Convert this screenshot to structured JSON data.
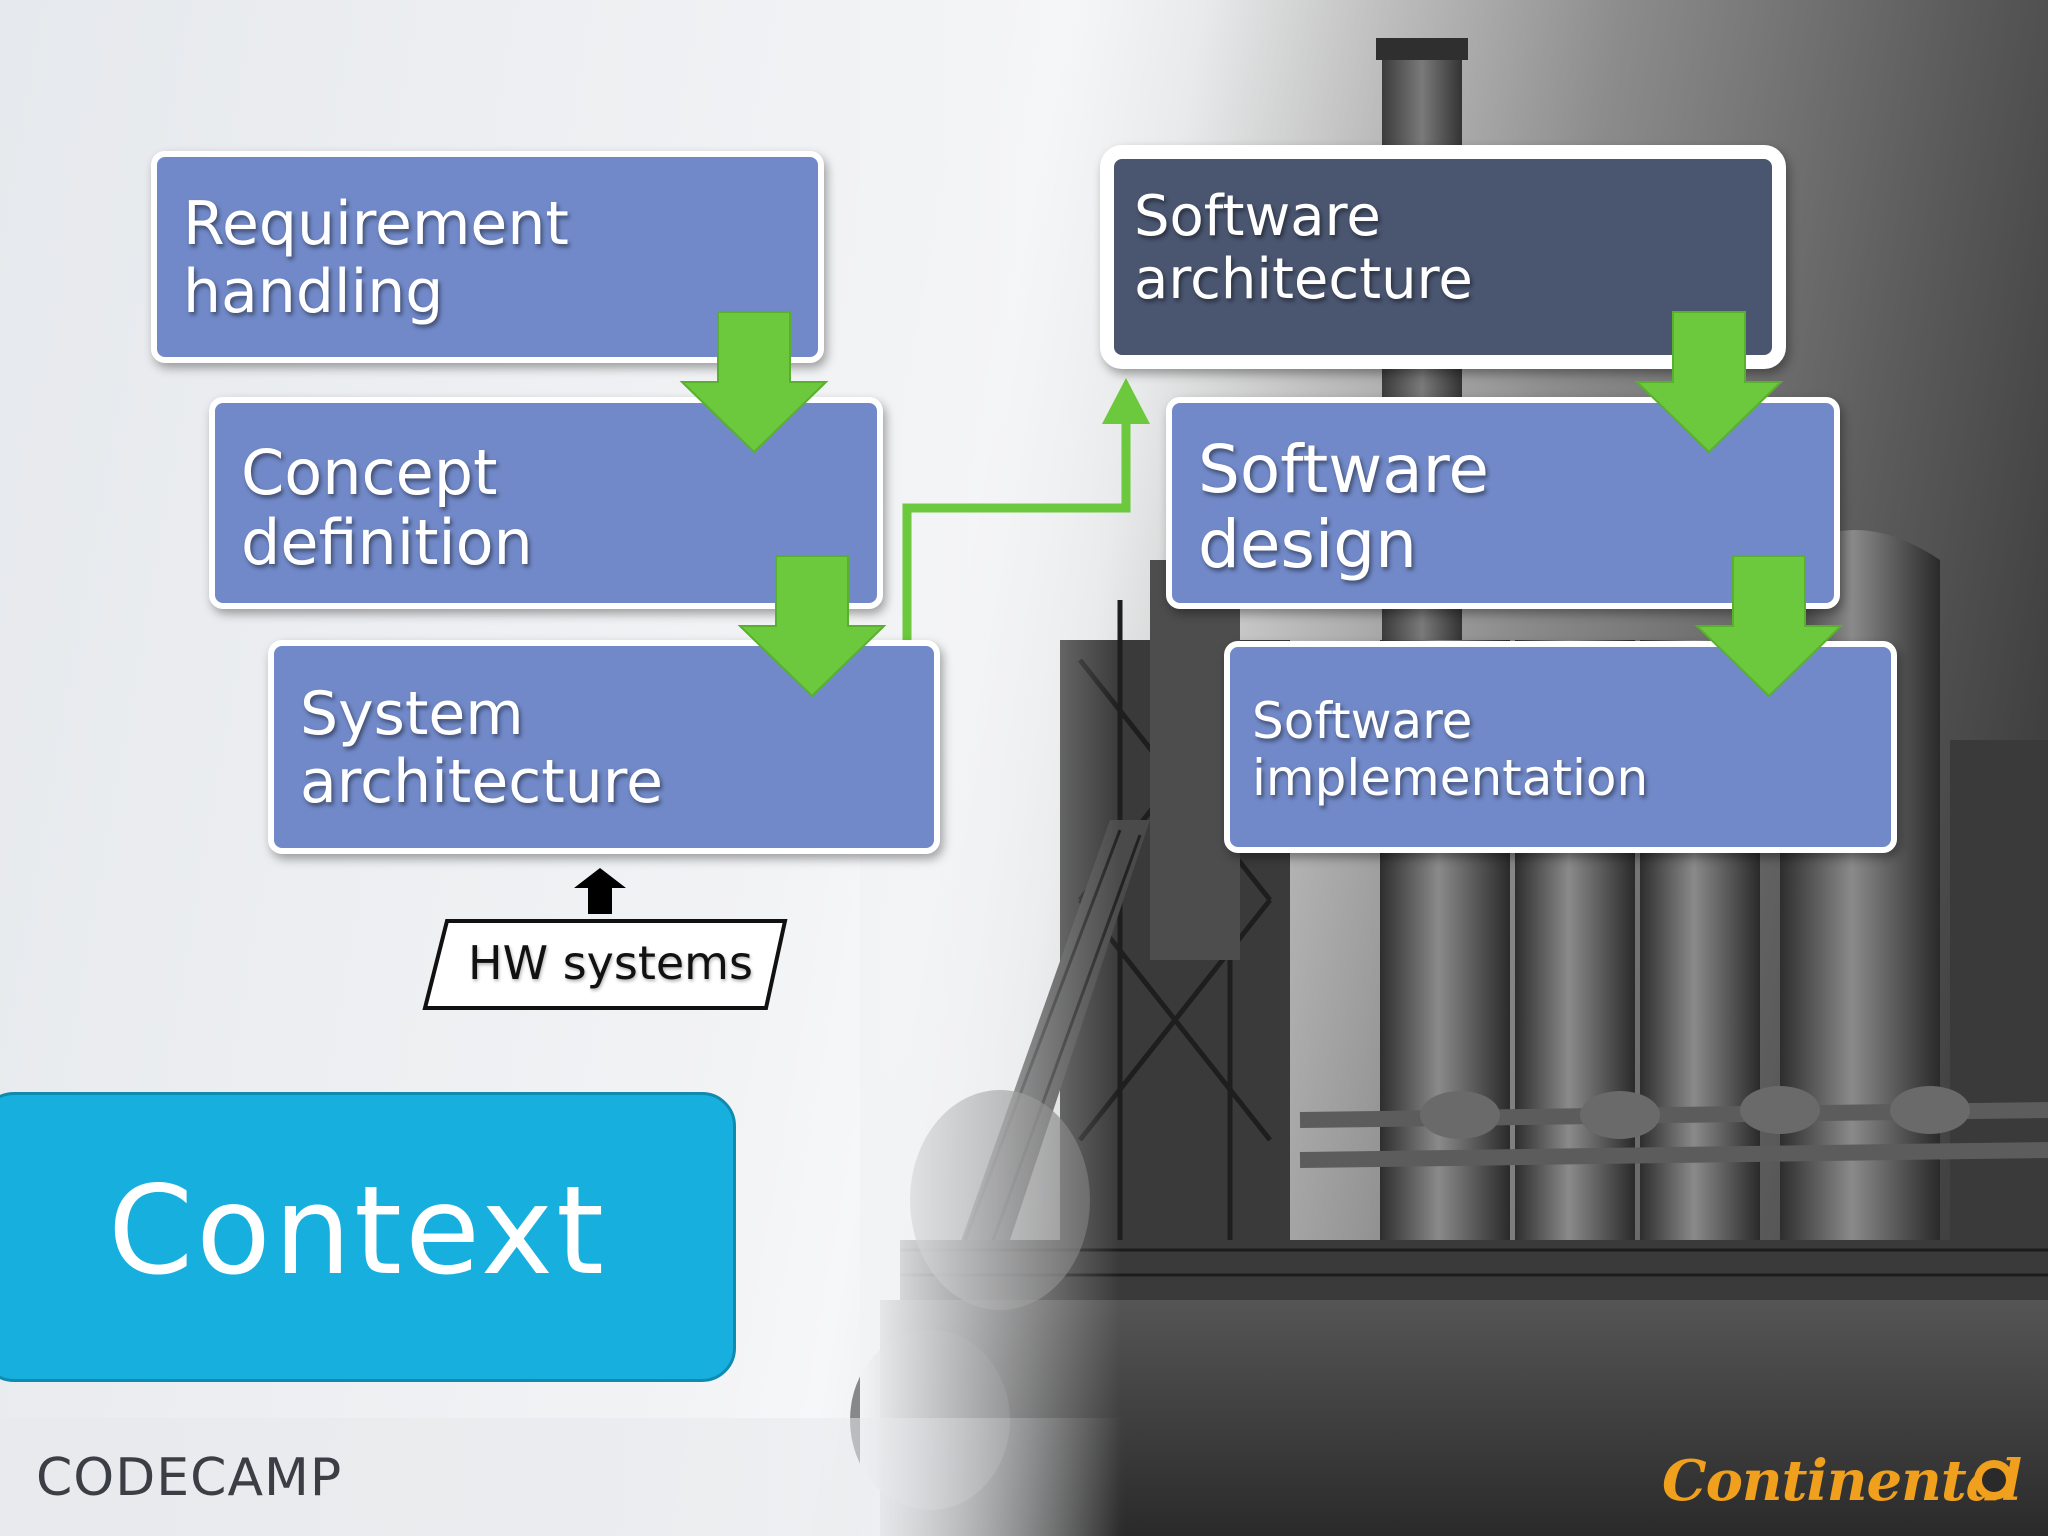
{
  "boxes": {
    "requirement": "Requirement\nhandling",
    "concept": "Concept\ndefinition",
    "system_arch": "System\narchitecture",
    "sw_arch": "Software\narchitecture",
    "sw_design": "Software\ndesign",
    "sw_impl": "Software\nimplementation"
  },
  "hw_systems": "HW systems",
  "section_title": "Context",
  "footer": {
    "left_logo": "CODECAMP",
    "right_logo": "Continental"
  },
  "colors": {
    "box_fill": "#7189c8",
    "box_dark_fill": "#4a5670",
    "arrow_green": "#6cc83c",
    "context_panel": "#17b0de"
  }
}
